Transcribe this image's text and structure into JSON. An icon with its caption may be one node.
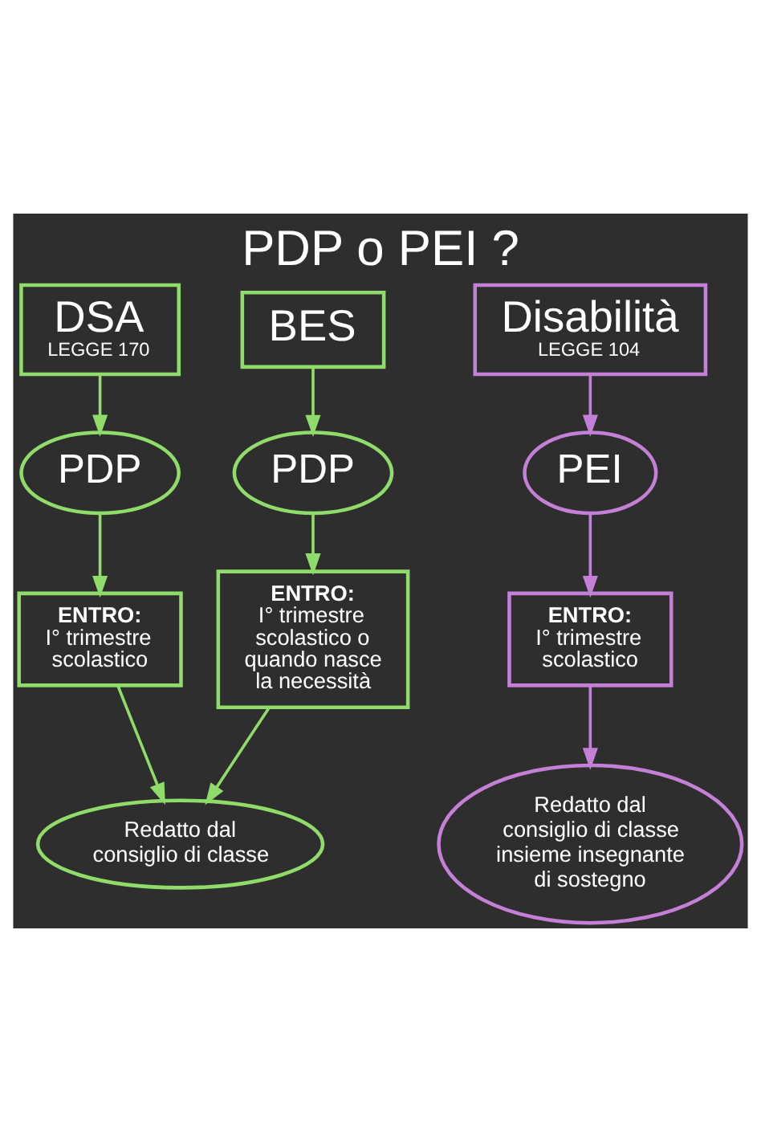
{
  "diagram": {
    "title": "PDP o PEI ?",
    "nodes": [
      {
        "text": [
          "DSA",
          "LEGGE 170"
        ]
      },
      {
        "text": [
          "BES"
        ]
      },
      {
        "text": [
          "Disabilità",
          "LEGGE 104"
        ]
      },
      {
        "text": [
          "PDP"
        ]
      },
      {
        "text": [
          "PDP"
        ]
      },
      {
        "text": [
          "PEI"
        ]
      },
      {
        "text": [
          "ENTRO:",
          "I° trimestre scolastico"
        ]
      },
      {
        "text": [
          "ENTRO:",
          "I° trimestre scolastico o quando nasce la necessità"
        ]
      },
      {
        "text": [
          "ENTRO:",
          "I° trimestre scolastico"
        ]
      },
      {
        "text": [
          "Redatto dal consiglio di classe"
        ]
      },
      {
        "text": [
          "Redatto dal consiglio di classe insieme insegnante di sostegno"
        ]
      }
    ],
    "edges": [
      {
        "from": 0,
        "to": 3,
        "arrow": "to"
      },
      {
        "from": 1,
        "to": 4,
        "arrow": "to"
      },
      {
        "from": 2,
        "to": 5,
        "arrow": "to",
        "color": "#c47fd6"
      },
      {
        "from": 3,
        "to": 6,
        "arrow": "to"
      },
      {
        "from": 4,
        "to": 7,
        "arrow": "to"
      },
      {
        "from": 5,
        "to": 8,
        "arrow": "to",
        "color": "#c47fd6"
      },
      {
        "from": 6,
        "to": 9,
        "arrow": "to"
      },
      {
        "from": 7,
        "to": 9,
        "arrow": "to"
      },
      {
        "from": 8,
        "to": 10,
        "arrow": "to",
        "color": "#c47fd6"
      }
    ]
  }
}
